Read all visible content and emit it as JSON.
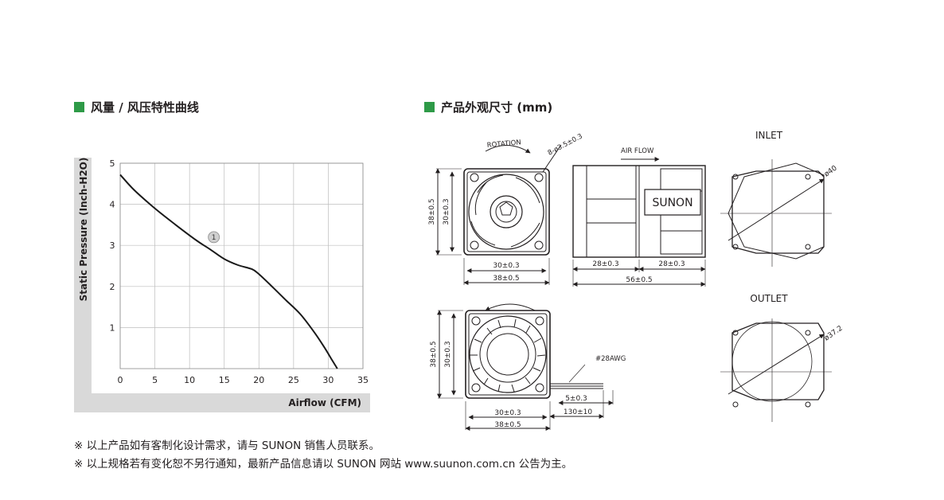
{
  "sections": {
    "curve_title": "风量 / 风压特性曲线",
    "dim_title": "产品外观尺寸 (mm)"
  },
  "colors": {
    "accent": "#2e9a47",
    "chart_frame": "#d9d9d9",
    "grid": "#bdbdbd",
    "curve": "#1a1a1a"
  },
  "chart_data": {
    "type": "line",
    "xlabel": "Airflow (CFM)",
    "ylabel": "Static Pressure (Inch-H2O)",
    "xlim": [
      0,
      35
    ],
    "ylim": [
      0,
      5
    ],
    "x_ticks": [
      "0",
      "5",
      "10",
      "15",
      "20",
      "25",
      "30",
      "35"
    ],
    "y_ticks": [
      "1",
      "2",
      "3",
      "4",
      "5"
    ],
    "grid": true,
    "series": [
      {
        "name": "1",
        "x": [
          0,
          2,
          5,
          8,
          11,
          13,
          15,
          17,
          19,
          20,
          22,
          24,
          26,
          28,
          29.5,
          30.5,
          31.3
        ],
        "y": [
          4.72,
          4.35,
          3.9,
          3.5,
          3.12,
          2.9,
          2.67,
          2.52,
          2.42,
          2.3,
          1.98,
          1.65,
          1.32,
          0.88,
          0.5,
          0.22,
          0.0
        ]
      }
    ],
    "annotations": [
      {
        "text": "1",
        "x": 13.5,
        "y": 3.2
      }
    ]
  },
  "dimensions": {
    "rotation": "ROTATION",
    "air_flow": "AIR FLOW",
    "hole_spec": "8-ø3.5±0.3",
    "brand": "SUNON",
    "d38": "38±0.5",
    "d30": "30±0.3",
    "d28": "28±0.3",
    "d56": "56±0.5",
    "awg": "#28AWG",
    "d5": "5±0.3",
    "d130": "130±10",
    "inlet": "INLET",
    "outlet": "OUTLET",
    "phi40": "ø40",
    "phi37": "ø37.2"
  },
  "notes": {
    "line1": "※ 以上产品如有客制化设计需求，请与 SUNON 销售人员联系。",
    "line2": "※ 以上规格若有变化恕不另行通知，最新产品信息请以 SUNON 网站 www.suunon.com.cn 公告为主。"
  }
}
